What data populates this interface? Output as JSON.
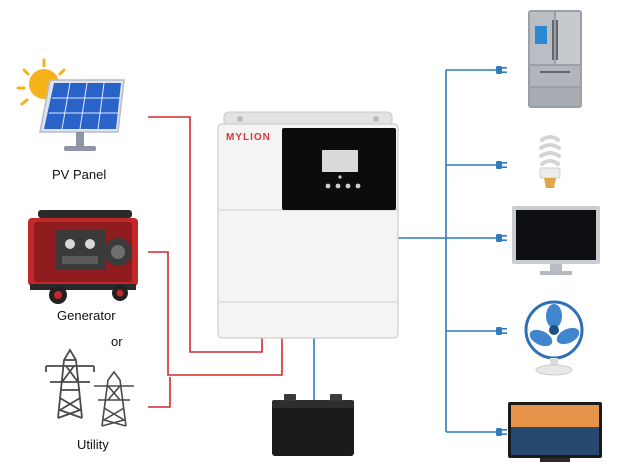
{
  "labels": {
    "pv_panel": "PV Panel",
    "generator": "Generator",
    "or": "or",
    "utility": "Utility"
  },
  "inverter": {
    "brand": "MYLION"
  },
  "colors": {
    "ac_input_line": "#d42a2a",
    "output_line": "#2f7bbd",
    "inverter_body": "#f4f4f4",
    "display_panel": "#0c0c0c",
    "brand_red": "#d93636"
  },
  "icons": [
    "solar-panel-icon",
    "generator-icon",
    "power-tower-icon",
    "inverter-icon",
    "battery-icon",
    "refrigerator-icon",
    "light-bulb-icon",
    "monitor-icon",
    "fan-icon",
    "tv-icon",
    "plug-icon"
  ]
}
